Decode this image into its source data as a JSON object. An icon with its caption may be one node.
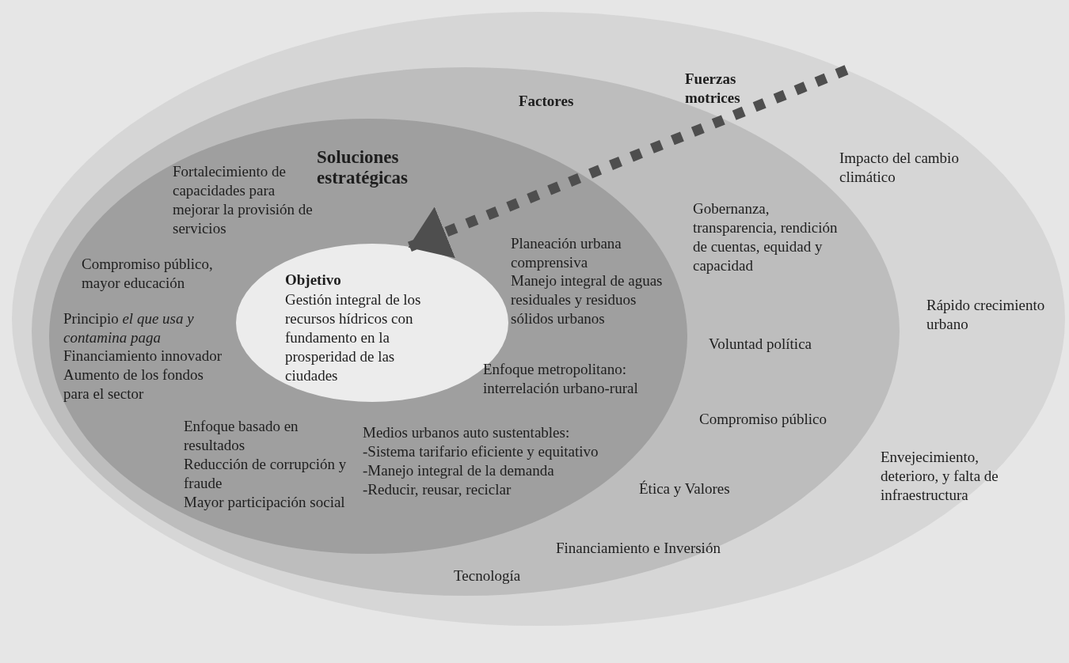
{
  "diagram": {
    "nodes": [
      {
        "text": [
          "Fuerzas motrices",
          "Impacto del cambio climático",
          "Rápido crecimiento urbano",
          "Envejecimiento, deterioro, y falta de infraestructura"
        ]
      },
      {
        "text": [
          "Factores",
          "Gobernanza, transparencia, rendición de cuentas, equidad y capacidad",
          "Voluntad política",
          "Compromiso público",
          "Ética y Valores",
          "Financiamiento e Inversión",
          "Tecnología"
        ],
        "in": 0
      },
      {
        "text": [
          "Soluciones estratégicas",
          "Fortalecimiento de capacidades para mejorar la provisión de servicios",
          "Compromiso público, mayor educación",
          "Principio *el que usa y contamina paga*",
          "Financiamiento innovador",
          "Aumento de los fondos para el sector",
          "Planeación urbana comprensiva",
          "Manejo integral de aguas residuales y residuos sólidos urbanos",
          "Enfoque metropolitano: interrelación urbano-rural",
          "Enfoque basado en resultados",
          "Reducción de corrupción y fraude",
          "Mayor participación social",
          "Medios urbanos auto sustentables:",
          "-Sistema tarifario eficiente y equitativo",
          "-Manejo integral de la demanda",
          "-Reducir, reusar, reciclar"
        ],
        "in": 1
      },
      {
        "text": [
          "Objetivo",
          "Gestión integral de los recursos hídricos con fundamento en la prosperidad de las ciudades"
        ],
        "in": 2
      }
    ],
    "edges": [
      {
        "from": 0,
        "to": 3,
        "arrow": "to",
        "style": "dashed"
      }
    ]
  }
}
